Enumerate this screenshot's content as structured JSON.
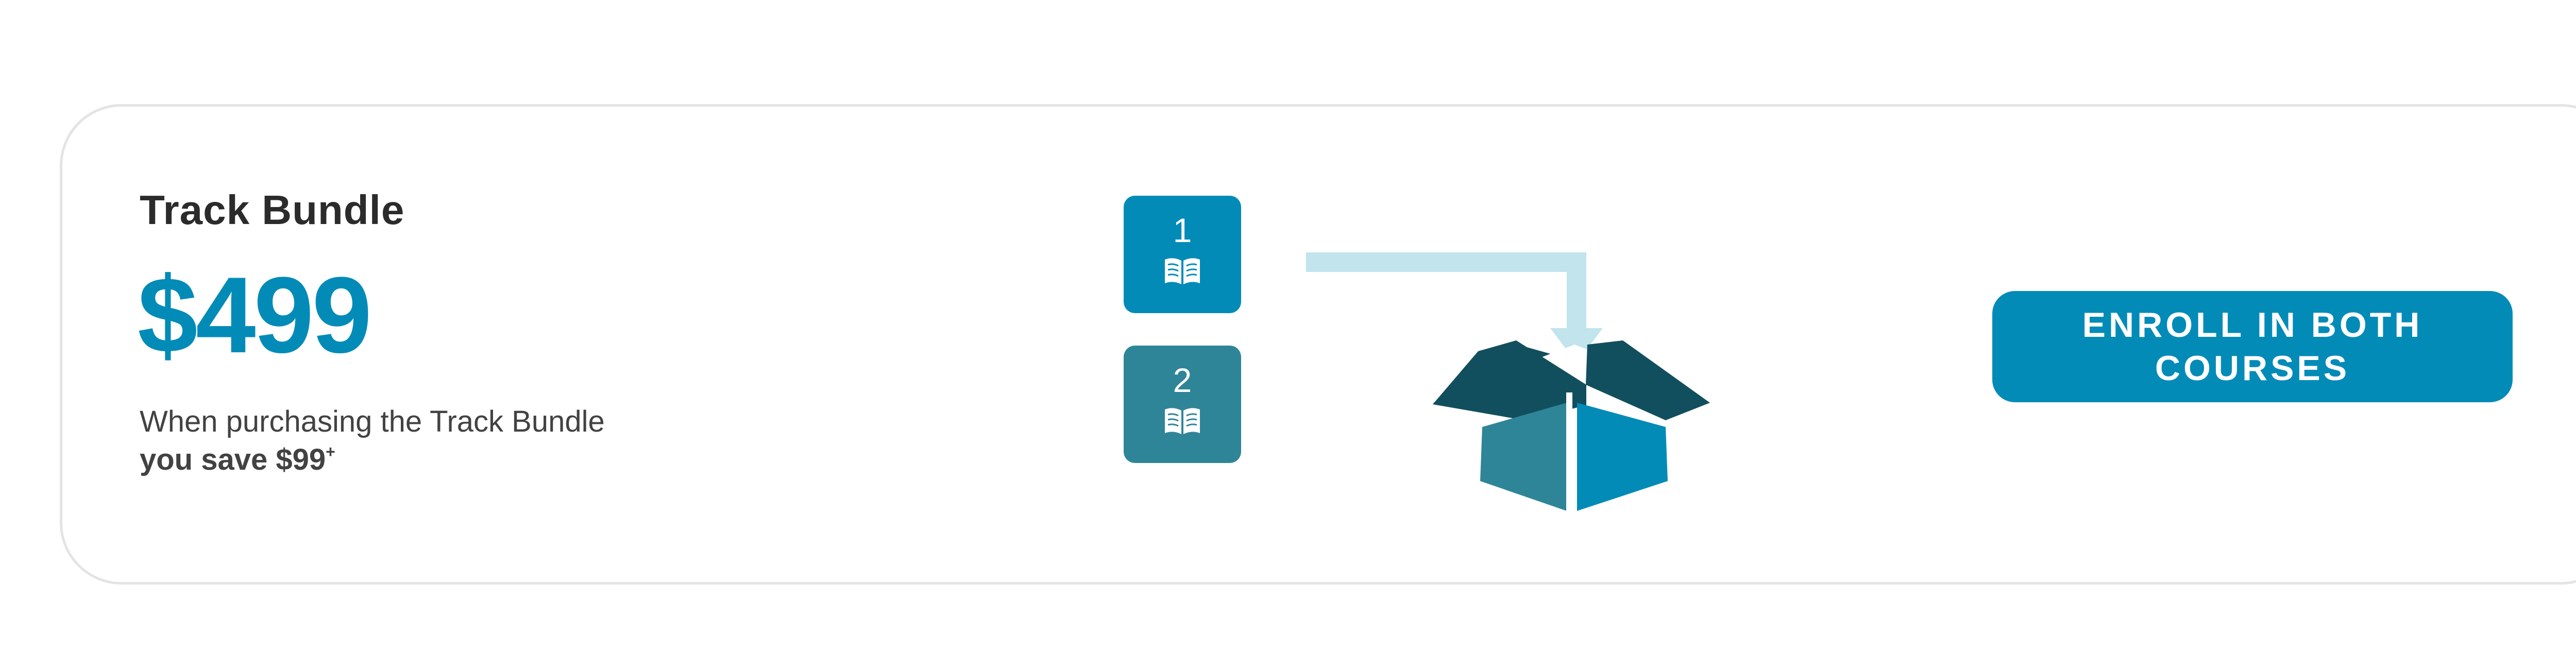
{
  "bundle": {
    "title": "Track Bundle",
    "price": "$499",
    "description_line1": "When purchasing the Track Bundle",
    "savings_text": "you save $99",
    "savings_marker": "+"
  },
  "courses": [
    {
      "number": "1",
      "icon": "open-book-icon",
      "color": "#038bb8"
    },
    {
      "number": "2",
      "icon": "open-book-icon",
      "color": "#2f8598"
    }
  ],
  "illustration": {
    "arrow_icon": "arrow-down-right-icon",
    "box_icon": "open-box-icon",
    "colors": {
      "arrow": "#c1e4ed",
      "box_lid": "#124f5e",
      "box_left": "#2f8598",
      "box_right": "#038bb8"
    }
  },
  "cta": {
    "label": "ENROLL IN BOTH COURSES",
    "color": "#038bb8"
  }
}
